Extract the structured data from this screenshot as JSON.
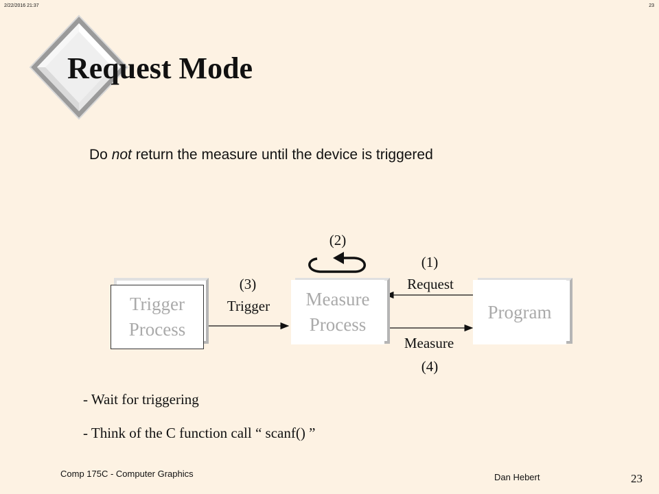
{
  "header": {
    "date_time": "2/22/2016  21:37",
    "page_ref": "23"
  },
  "slide": {
    "title": "Request Mode",
    "subtitle_pre": "Do ",
    "subtitle_em": "not",
    "subtitle_post": " return the measure until the device is triggered"
  },
  "diagram": {
    "trigger_box": "Trigger\nProcess",
    "measure_box": "Measure\nProcess",
    "program_box": "Program",
    "label_2": "(2)",
    "label_1": "(1)",
    "label_request": "Request",
    "label_3": "(3)",
    "label_trigger": "Trigger",
    "label_measure": "Measure",
    "label_4": "(4)"
  },
  "notes": [
    "- Wait for triggering",
    "- Think of the C function call “ scanf() ”"
  ],
  "footer": {
    "course": "Comp 175C - Computer Graphics",
    "author": "Dan Hebert",
    "page": "23"
  }
}
